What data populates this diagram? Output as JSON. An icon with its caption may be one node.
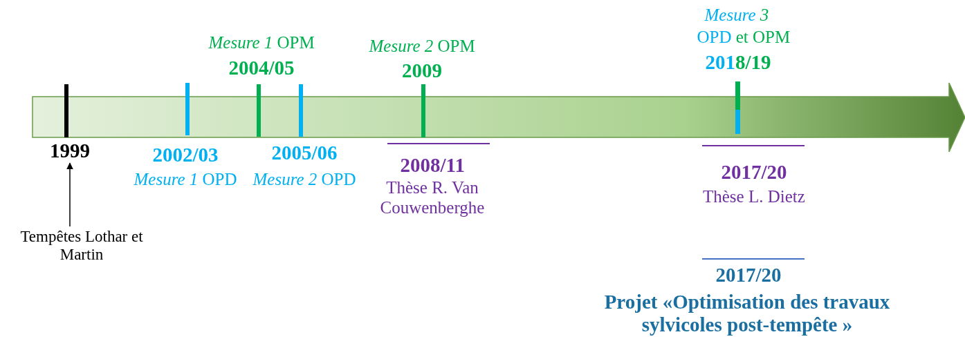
{
  "diagram": {
    "nodes": [
      {
        "text": [
          "1999"
        ]
      },
      {
        "text": [
          "Tempêtes Lothar et Martin"
        ]
      }
    ],
    "edges": [
      {
        "from": 1,
        "to": 0,
        "arrow": "to"
      }
    ],
    "labels": [
      "Mesure 3",
      "OPD et OPM",
      "*Mesure 1*  OPM",
      "*Mesure 2* OPM",
      "2004/05",
      "2009",
      "2018/19",
      "2002/03",
      "2005/06",
      "*Mesure 1* OPD",
      "*Mesure 2* OPD",
      "2008/11",
      "Thèse R. Van Couwenberghe",
      "2017/20",
      "Thèse L. Dietz",
      "2017/20",
      "Projet «Optimisation des travaux sylvicoles post-tempête »"
    ]
  }
}
